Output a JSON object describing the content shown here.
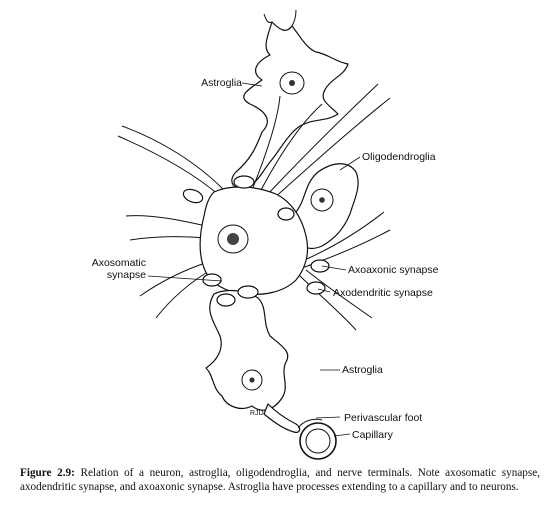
{
  "labels": {
    "astroglia_top": "Astroglia",
    "oligodendroglia": "Oligodendroglia",
    "axosomatic_line1": "Axosomatic",
    "axosomatic_line2": "synapse",
    "axoaxonic": "Axoaxonic synapse",
    "axodendritic": "Axodendritic synapse",
    "astroglia_bottom": "Astroglia",
    "perivascular_foot": "Perivascular foot",
    "capillary": "Capillary",
    "artist_initials": "RJD"
  },
  "caption": {
    "figure_number": "Figure 2.9:",
    "text": " Relation of a neuron, astroglia, oligodendroglia, and nerve terminals. Note axosomatic synapse, axodendritic synapse, and axoaxonic synapse. Astroglia have processes extending to a capillary and to neurons."
  }
}
